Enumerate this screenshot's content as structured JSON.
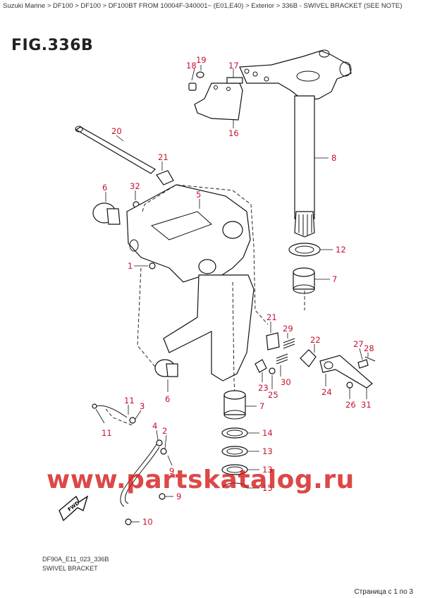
{
  "breadcrumb": "Suzuki Marine > DF100 > DF100 > DF100BT FROM 10004F-340001~ (E01,E40) > Exterior > 336B - SWIVEL BRACKET (SEE NOTE)",
  "figure_title": "FIG.336B",
  "footer": {
    "code": "DF90A_E11_023_336B",
    "name": "SWIVEL BRACKET"
  },
  "page_info": "Страница с 1 по 3",
  "watermark": "www.partskatalog.ru",
  "fwd_label": "FWD",
  "colors": {
    "callout": "#c8102e",
    "lines": "#111111",
    "watermark": "#d21414"
  },
  "callouts": [
    {
      "id": "18",
      "label": "18"
    },
    {
      "id": "19",
      "label": "19"
    },
    {
      "id": "17",
      "label": "17"
    },
    {
      "id": "16",
      "label": "16"
    },
    {
      "id": "20",
      "label": "20"
    },
    {
      "id": "21a",
      "label": "21"
    },
    {
      "id": "8",
      "label": "8"
    },
    {
      "id": "6a",
      "label": "6"
    },
    {
      "id": "32",
      "label": "32"
    },
    {
      "id": "5",
      "label": "5"
    },
    {
      "id": "12",
      "label": "12"
    },
    {
      "id": "1",
      "label": "1"
    },
    {
      "id": "7a",
      "label": "7"
    },
    {
      "id": "21b",
      "label": "21"
    },
    {
      "id": "29",
      "label": "29"
    },
    {
      "id": "22",
      "label": "22"
    },
    {
      "id": "27",
      "label": "27"
    },
    {
      "id": "28",
      "label": "28"
    },
    {
      "id": "6b",
      "label": "6"
    },
    {
      "id": "30",
      "label": "30"
    },
    {
      "id": "23",
      "label": "23"
    },
    {
      "id": "25",
      "label": "25"
    },
    {
      "id": "24",
      "label": "24"
    },
    {
      "id": "26",
      "label": "26"
    },
    {
      "id": "31",
      "label": "31"
    },
    {
      "id": "11a",
      "label": "11"
    },
    {
      "id": "3",
      "label": "3"
    },
    {
      "id": "11b",
      "label": "11"
    },
    {
      "id": "7b",
      "label": "7"
    },
    {
      "id": "4",
      "label": "4"
    },
    {
      "id": "2",
      "label": "2"
    },
    {
      "id": "14",
      "label": "14"
    },
    {
      "id": "13a",
      "label": "13"
    },
    {
      "id": "9a",
      "label": "9"
    },
    {
      "id": "13b",
      "label": "13"
    },
    {
      "id": "15",
      "label": "15"
    },
    {
      "id": "9b",
      "label": "9"
    },
    {
      "id": "10",
      "label": "10"
    }
  ]
}
